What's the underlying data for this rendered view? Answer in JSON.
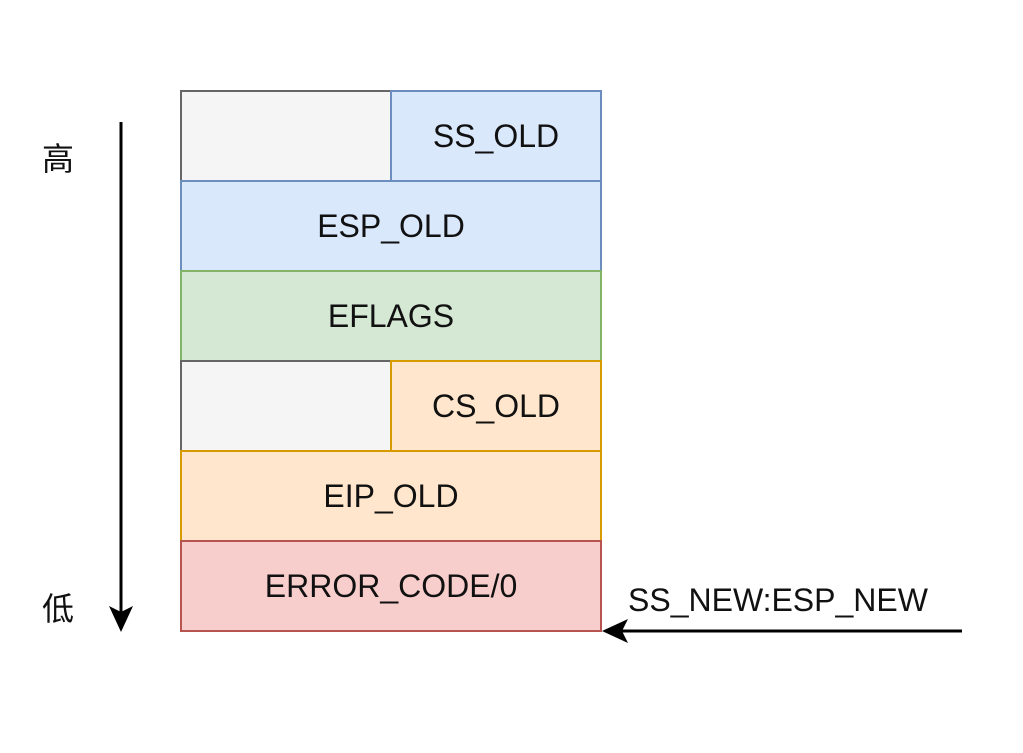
{
  "labels": {
    "high": "高",
    "low": "低",
    "pointer": "SS_NEW:ESP_NEW"
  },
  "stack": {
    "ss_old": "SS_OLD",
    "esp_old": "ESP_OLD",
    "eflags": "EFLAGS",
    "cs_old": "CS_OLD",
    "eip_old": "EIP_OLD",
    "error_code": "ERROR_CODE/0"
  },
  "colors": {
    "padding": "#f5f5f5",
    "blue": "#dae8fc",
    "green": "#d5e8d4",
    "orange": "#ffe6cc",
    "red": "#f8cecc"
  }
}
